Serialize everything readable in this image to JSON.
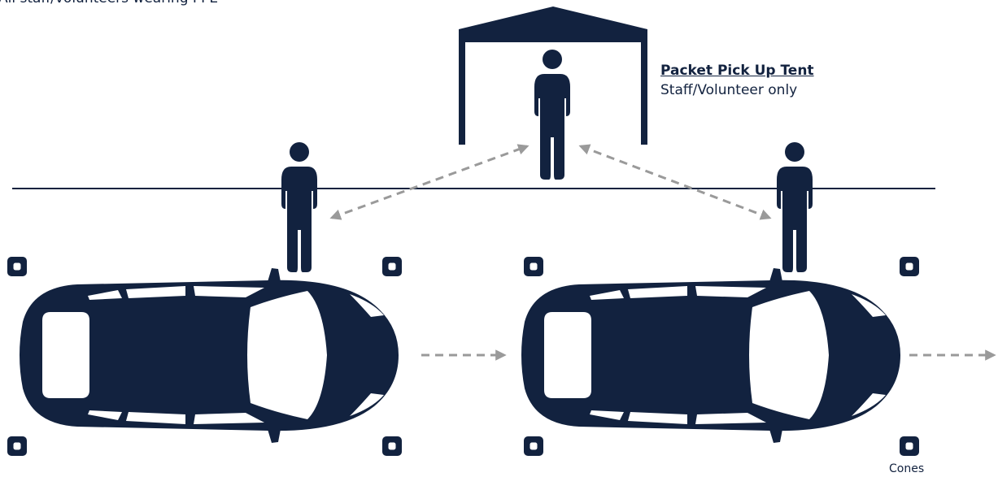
{
  "note": "All staff/volunteers wearing PPE",
  "tent": {
    "title": "Packet Pick Up Tent",
    "subtitle": "Staff/Volunteer only"
  },
  "cones_label": "Cones",
  "colors": {
    "navy": "#12223f",
    "arrow_gray": "#9a9a9a",
    "background": "#ffffff"
  },
  "icons": [
    "tent-icon",
    "person-icon",
    "car-icon",
    "cone-icon",
    "dashed-arrow-icon"
  ]
}
